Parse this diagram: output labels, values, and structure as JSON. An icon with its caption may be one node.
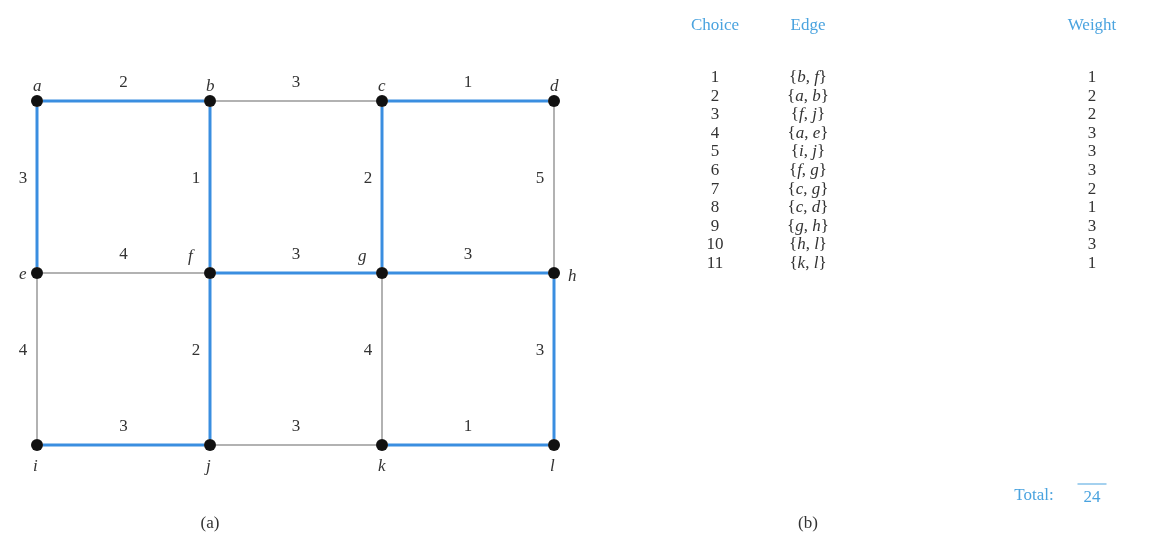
{
  "diagram": {
    "nodes": [
      {
        "text": [],
        "shape": "circle",
        "beside": [
          "a"
        ]
      },
      {
        "text": [],
        "shape": "circle",
        "beside": [
          "b"
        ]
      },
      {
        "text": [],
        "shape": "circle",
        "beside": [
          "c"
        ]
      },
      {
        "text": [],
        "shape": "circle",
        "beside": [
          "d"
        ]
      },
      {
        "text": [],
        "shape": "circle",
        "beside": [
          "e"
        ]
      },
      {
        "text": [],
        "shape": "circle",
        "beside": [
          "f"
        ]
      },
      {
        "text": [],
        "shape": "circle",
        "beside": [
          "g"
        ]
      },
      {
        "text": [],
        "shape": "circle",
        "beside": [
          "h"
        ]
      },
      {
        "text": [],
        "shape": "circle",
        "beside": [
          "i"
        ]
      },
      {
        "text": [],
        "shape": "circle",
        "beside": [
          "j"
        ]
      },
      {
        "text": [],
        "shape": "circle",
        "beside": [
          "k"
        ]
      },
      {
        "text": [],
        "shape": "circle",
        "beside": [
          "l"
        ]
      }
    ],
    "edges": [
      {
        "from": 0,
        "to": 1,
        "arrow": "none",
        "label": "2"
      },
      {
        "from": 1,
        "to": 2,
        "arrow": "none",
        "label": "3",
        "color": "#999999"
      },
      {
        "from": 2,
        "to": 3,
        "arrow": "none",
        "label": "1"
      },
      {
        "from": 0,
        "to": 4,
        "arrow": "none",
        "label": "3"
      },
      {
        "from": 1,
        "to": 5,
        "arrow": "none",
        "label": "1"
      },
      {
        "from": 2,
        "to": 6,
        "arrow": "none",
        "label": "2"
      },
      {
        "from": 3,
        "to": 7,
        "arrow": "none",
        "label": "5",
        "color": "#999999"
      },
      {
        "from": 4,
        "to": 5,
        "arrow": "none",
        "label": "4",
        "color": "#999999"
      },
      {
        "from": 5,
        "to": 6,
        "arrow": "none",
        "label": "3"
      },
      {
        "from": 6,
        "to": 7,
        "arrow": "none",
        "label": "3"
      },
      {
        "from": 4,
        "to": 8,
        "arrow": "none",
        "label": "4",
        "color": "#999999"
      },
      {
        "from": 5,
        "to": 9,
        "arrow": "none",
        "label": "2"
      },
      {
        "from": 6,
        "to": 10,
        "arrow": "none",
        "label": "4",
        "color": "#999999"
      },
      {
        "from": 7,
        "to": 11,
        "arrow": "none",
        "label": "3"
      },
      {
        "from": 8,
        "to": 9,
        "arrow": "none",
        "label": "3"
      },
      {
        "from": 9,
        "to": 10,
        "arrow": "none",
        "label": "3",
        "color": "#999999"
      },
      {
        "from": 10,
        "to": 11,
        "arrow": "none",
        "label": "1"
      }
    ],
    "labels": [
      "(a)",
      "Choice",
      "Edge",
      "Weight",
      "1",
      "{*b*, *f*}",
      "1",
      "2",
      "{*a*, *b*}",
      "2",
      "3",
      "{*f*, *j*}",
      "2",
      "4",
      "{*a*, *e*}",
      "3",
      "5",
      "{*i*, *j*}",
      "3",
      "6",
      "{*f*, *g*}",
      "3",
      "7",
      "{*c*, *g*}",
      "2",
      "8",
      "{*c*, *d*}",
      "1",
      "9",
      "{*g*, *h*}",
      "3",
      "10",
      "{*h*, *l*}",
      "3",
      "11",
      "{*k*, *l*}",
      "1",
      "Total:",
      "24",
      "(b)"
    ]
  }
}
